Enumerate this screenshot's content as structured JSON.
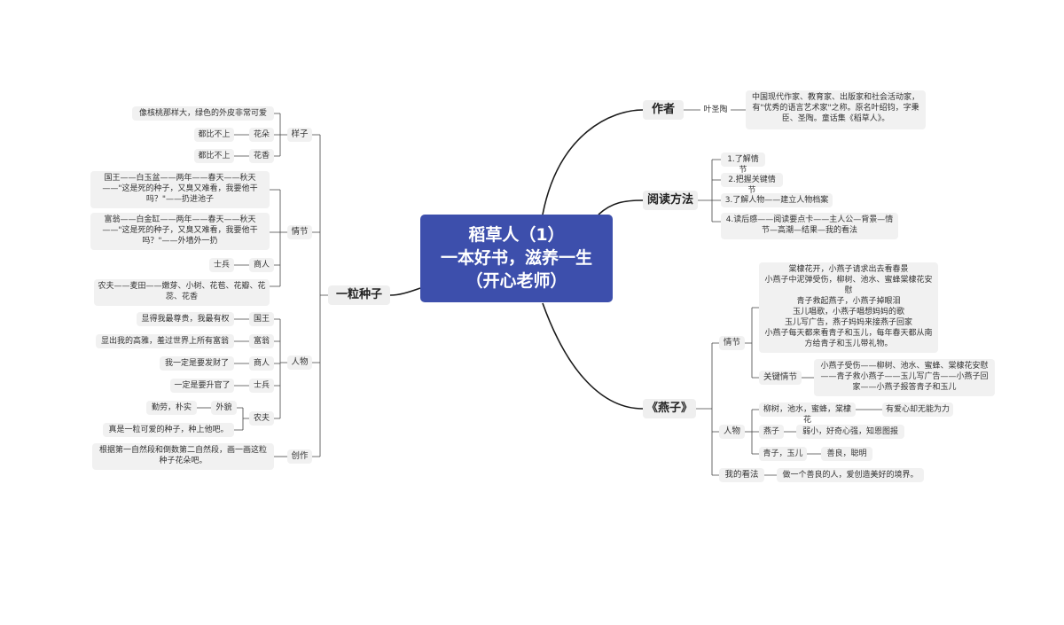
{
  "root": {
    "line1": "稻草人（1）",
    "line2": "一本好书，滋养一生",
    "line3": "（开心老师）"
  },
  "author": {
    "label": "作者",
    "name": "叶圣陶",
    "desc": "中国现代作家、教育家、出版家和社会活动家，有\"优秀的语言艺术家\"之称。原名叶绍钧，字秉臣、圣陶。童话集《稻草人》。"
  },
  "method": {
    "label": "阅读方法",
    "items": [
      "1.了解情节",
      "2.把握关键情节",
      "3.了解人物——建立人物档案",
      "4.读后感——阅读要点卡——主人公—背景—情节—高潮—结果—我的看法"
    ]
  },
  "swallow": {
    "label": "《燕子》",
    "plot_label": "情节",
    "plot_text": "棠棣花开，小燕子请求出去看春景\n小燕子中泥弹受伤，柳树、池水、蜜蜂棠棣花安慰\n青子救起燕子，小燕子掉眼泪\n玉儿唱歌，小燕子唱想妈妈的歌\n玉儿写广告，燕子妈妈来接燕子回家\n小燕子每天都来看青子和玉儿，每年春天都从南方给青子和玉儿带礼物。",
    "key_plot_label": "关键情节",
    "key_plot_text": "小燕子受伤——柳树、池水、蜜蜂、棠棣花安慰——青子救小燕子——玉儿写广告——小燕子回家——小燕子报答青子和玉儿",
    "people_label": "人物",
    "people": [
      {
        "who": "柳树，池水，蜜蜂，棠棣花",
        "trait": "有爱心却无能为力"
      },
      {
        "who": "燕子",
        "trait": "弱小，好奇心强，知恩图报"
      },
      {
        "who": "青子，玉儿",
        "trait": "善良，聪明"
      }
    ],
    "view_label": "我的看法",
    "view_text": "做一个善良的人，爱创造美好的境界。"
  },
  "seed": {
    "label": "一粒种子",
    "look_label": "样子",
    "look": [
      {
        "text": "像核桃那样大，绿色的外皮非常可爱"
      },
      {
        "sub": "花朵",
        "text": "都比不上"
      },
      {
        "sub": "花香",
        "text": "都比不上"
      }
    ],
    "plot_label": "情节",
    "plot": [
      {
        "text": "国王——白玉盆——两年——春天——秋天——\"这是死的种子，又臭又难看，我要他干吗？\"——扔进池子"
      },
      {
        "text": "富翁——白金缸——两年——春天——秋天——\"这是死的种子，又臭又难看，我要他干吗？\"——外墙外一扔"
      },
      {
        "sub": "商人",
        "text": "士兵"
      },
      {
        "text": "农夫——麦田——嫩芽、小树、花苞、花瓣、花蕊、花香"
      }
    ],
    "people_label": "人物",
    "people": [
      {
        "who": "国王",
        "text": "显得我最尊贵，我最有权"
      },
      {
        "who": "富翁",
        "text": "显出我的高雅，羞过世界上所有富翁"
      },
      {
        "who": "商人",
        "text": "我一定是要发财了"
      },
      {
        "who": "士兵",
        "text": "一定是要升官了"
      }
    ],
    "farmer_label": "农夫",
    "farmer_look_label": "外貌",
    "farmer_look_text": "勤劳，朴实",
    "farmer_quote": "真是一粒可爱的种子，种上他吧。",
    "create_label": "创作",
    "create_text": "根据第一自然段和倒数第二自然段，画一画这粒种子花朵吧。"
  }
}
